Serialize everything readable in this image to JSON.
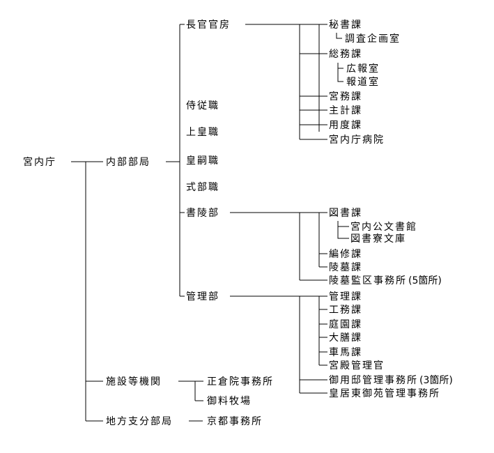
{
  "root": "宮内庁",
  "inner": {
    "label": "内部部局",
    "chokan": {
      "label": "長官官房",
      "hisho": "秘書課",
      "chosa": "調査企画室",
      "somu": "総務課",
      "koho": "広報室",
      "hodo": "報道室",
      "kunai_kumu": "宮務課",
      "shukei": "主計課",
      "yodo": "用度課",
      "hospital": "宮内庁病院"
    },
    "jiju": "侍従職",
    "jokou": "上皇職",
    "koushi": "皇嗣職",
    "shikibu": "式部職",
    "shoryo": {
      "label": "書陵部",
      "tosho": "図書課",
      "archives": "宮内公文書館",
      "toshoryo": "図書寮文庫",
      "hensyu": "編修課",
      "ryobo": "陵墓課",
      "ryobo_office": "陵墓監区事務所",
      "ryobo_office_note": "(5箇所)"
    },
    "kanri": {
      "label": "管理部",
      "kanri_ka": "管理課",
      "komu": "工務課",
      "teien": "庭園課",
      "daizen": "大膳課",
      "shaba": "車馬課",
      "kyuden": "宮殿管理官",
      "goyotei": "御用邸管理事務所",
      "goyotei_note": "(3箇所)",
      "higashigyoen": "皇居東御苑管理事務所"
    }
  },
  "facilities": {
    "label": "施設等機関",
    "shosoin": "正倉院事務所",
    "bokujo": "御料牧場"
  },
  "regional": {
    "label": "地方支分部局",
    "kyoto": "京都事務所"
  }
}
